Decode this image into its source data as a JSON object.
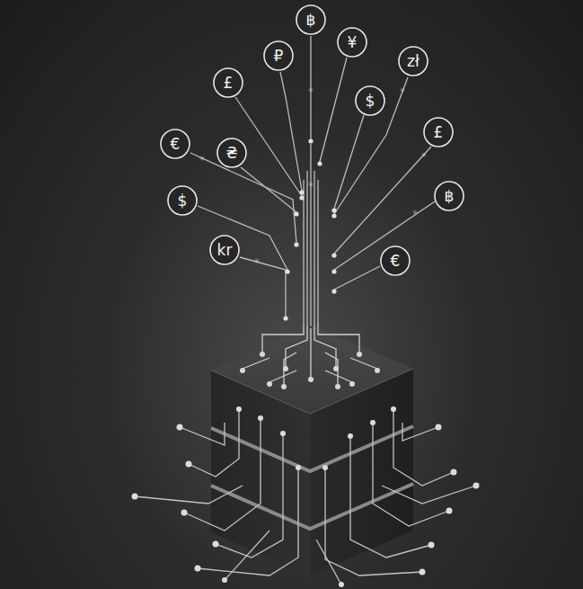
{
  "diagram": {
    "nodes": [
      {
        "text": [
          "฿"
        ]
      },
      {
        "text": [
          "¥"
        ]
      },
      {
        "text": [
          "₽"
        ]
      },
      {
        "text": [
          "zł"
        ]
      },
      {
        "text": [
          "£"
        ]
      },
      {
        "text": [
          "$"
        ]
      },
      {
        "text": [
          "£"
        ]
      },
      {
        "text": [
          "€"
        ]
      },
      {
        "text": [
          "₴"
        ]
      },
      {
        "text": [
          "฿"
        ]
      },
      {
        "text": [
          "$"
        ]
      },
      {
        "text": [
          "kr"
        ]
      },
      {
        "text": [
          "€"
        ]
      }
    ]
  }
}
